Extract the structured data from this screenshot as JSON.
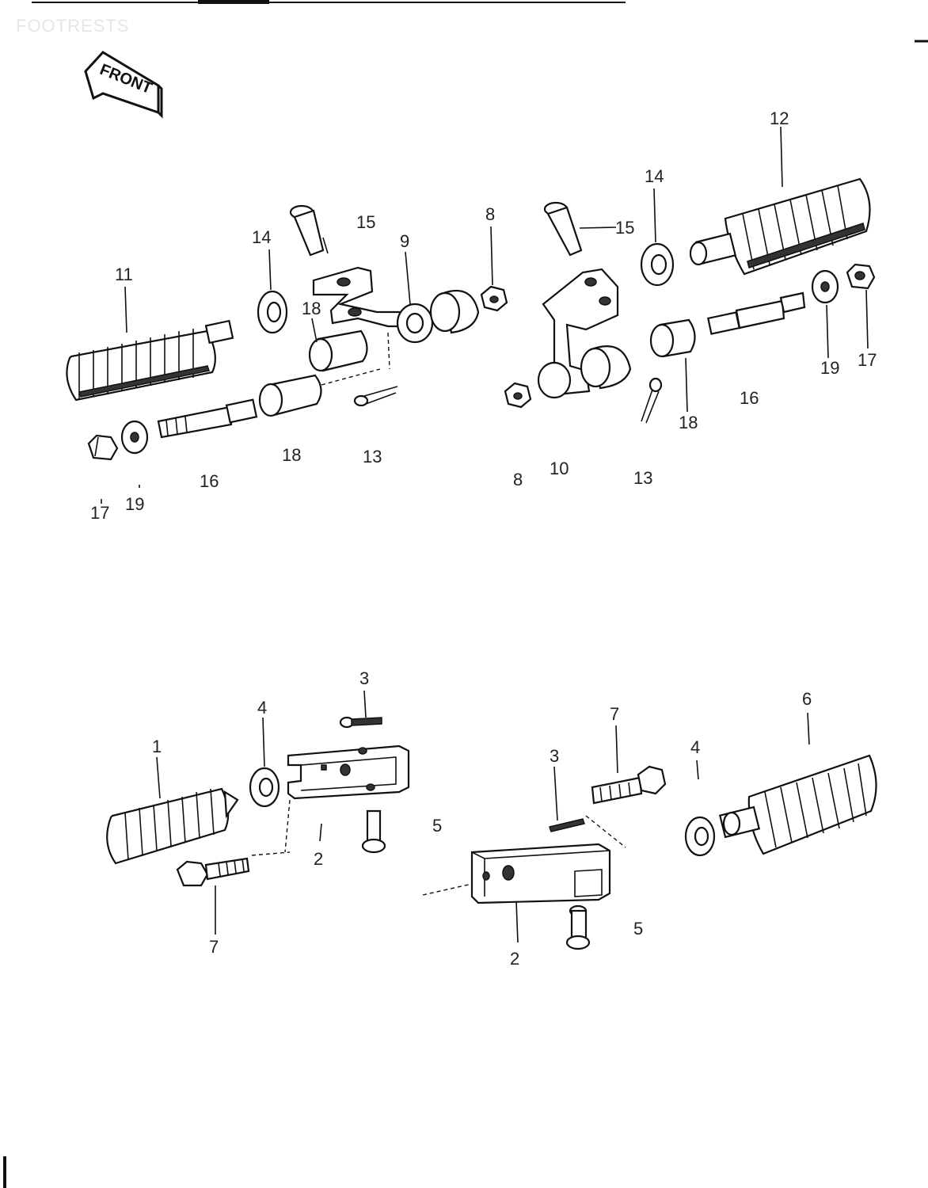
{
  "header": {
    "title": "FOOTRESTS"
  },
  "front_marker": {
    "text": "FRONT",
    "icon": "arrow-icon"
  },
  "callouts": {
    "c11": "11",
    "c14a": "14",
    "c15a": "15",
    "c9": "9",
    "c8a": "8",
    "c15b": "15",
    "c14b": "14",
    "c12": "12",
    "c18a": "18",
    "c16a": "16",
    "c17a": "17",
    "c19a": "19",
    "c18b": "18",
    "c13a": "13",
    "c8b": "8",
    "c10": "10",
    "c13b": "13",
    "c18c": "18",
    "c16b": "16",
    "c19b": "19",
    "c17b": "17",
    "c3a": "3",
    "c4a": "4",
    "c1": "1",
    "c2a": "2",
    "c5a": "5",
    "c7a": "7",
    "c7b": "7",
    "c3b": "3",
    "c4b": "4",
    "c6": "6",
    "c2b": "2",
    "c5b": "5"
  }
}
